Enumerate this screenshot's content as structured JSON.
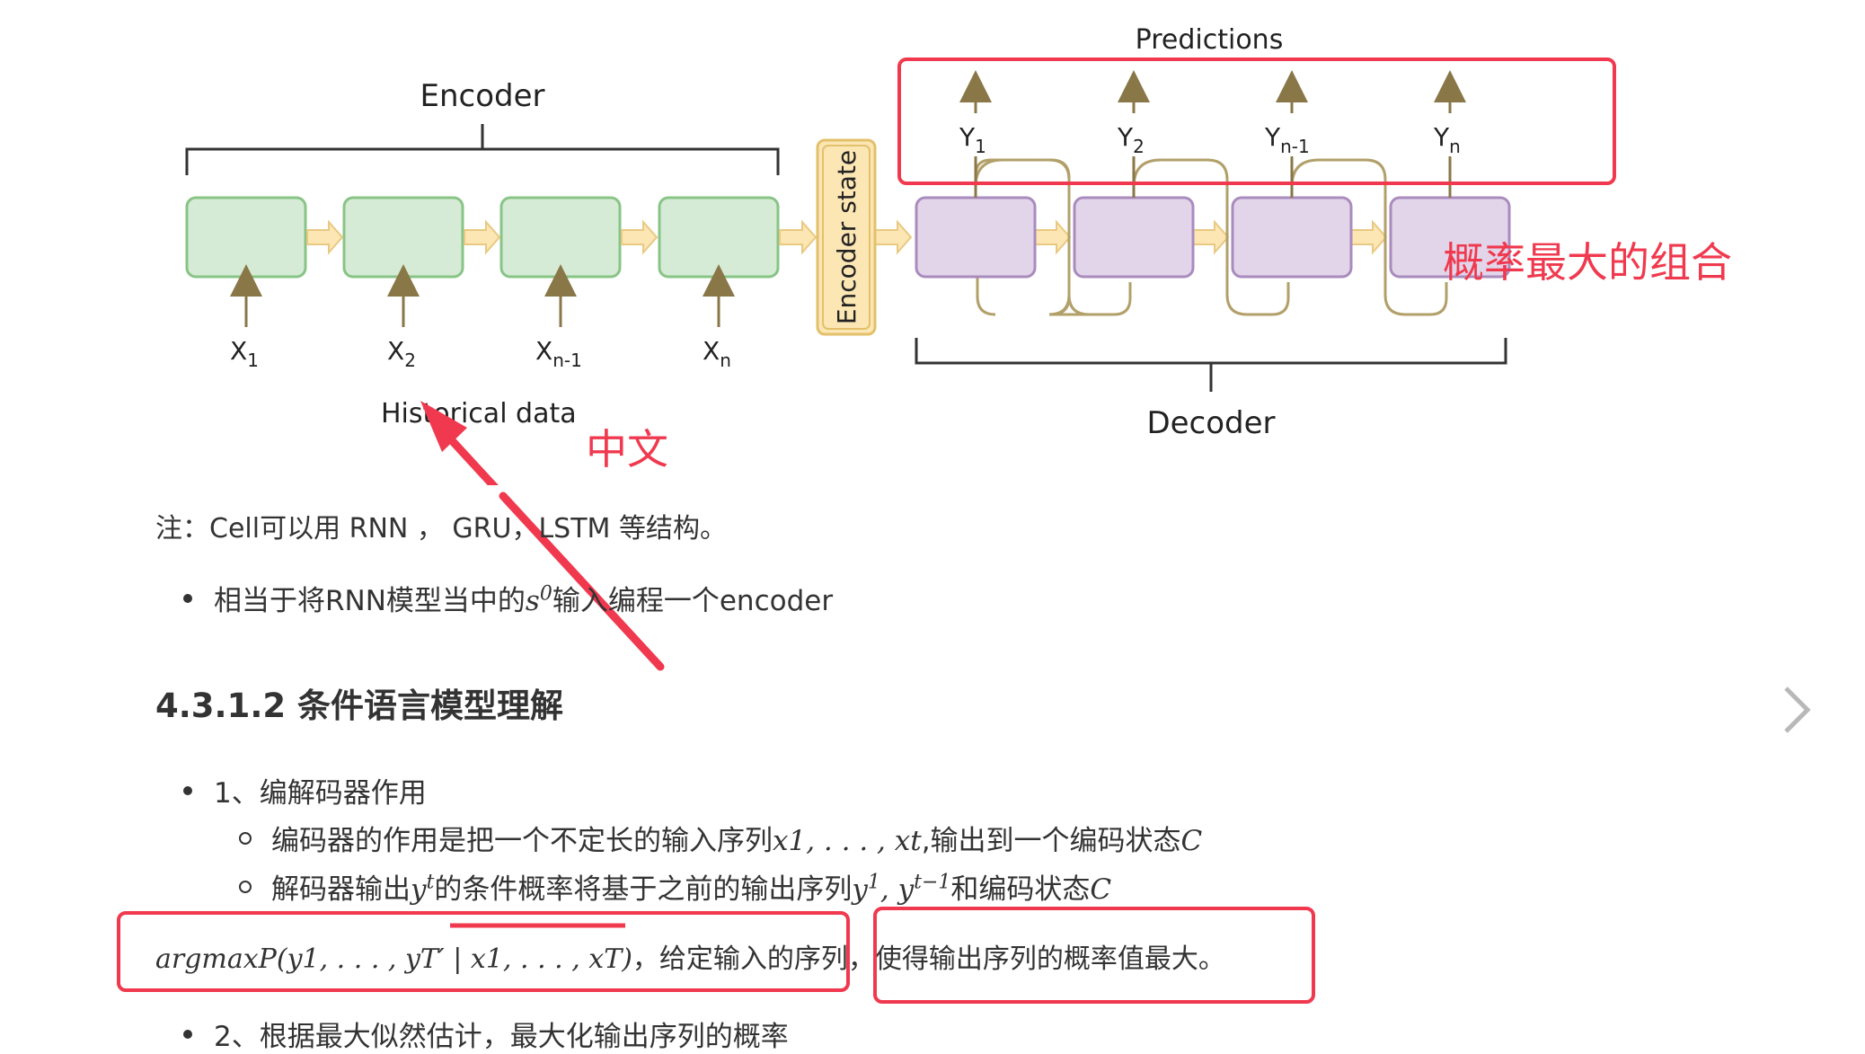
{
  "diagram": {
    "encoder_label": "Encoder",
    "decoder_label": "Decoder",
    "predictions_label": "Predictions",
    "encoder_state_label": "Encoder state",
    "historical_label": "Historical data",
    "inputs": [
      {
        "base": "X",
        "sub": "1"
      },
      {
        "base": "X",
        "sub": "2"
      },
      {
        "base": "X",
        "sub": "n-1"
      },
      {
        "base": "X",
        "sub": "n"
      }
    ],
    "outputs": [
      {
        "base": "Y",
        "sub": "1"
      },
      {
        "base": "Y",
        "sub": "2"
      },
      {
        "base": "Y",
        "sub": "n-1"
      },
      {
        "base": "Y",
        "sub": "n"
      }
    ],
    "annotation_max_prob": "概率最大的组合",
    "annotation_chinese": "中文",
    "colors": {
      "encoder_fill": "#d5ebd5",
      "encoder_stroke": "#88c486",
      "decoder_fill": "#e2d5ea",
      "decoder_stroke": "#a98bbd",
      "arrow_fill": "#fbe6b4",
      "arrow_stroke": "#e9c982",
      "annotation_red": "#f0394e",
      "stem": "#8a7748"
    }
  },
  "note": "注：Cell可以用 RNN ， GRU，LSTM 等结构。",
  "bullet1": {
    "before": "相当于将RNN模型当中的",
    "math_base": "s",
    "math_sup": "0",
    "after": "输入编程一个encoder"
  },
  "heading": "4.3.1.2 条件语言模型理解",
  "list": {
    "item1": "1、编解码器作用",
    "sub1": {
      "before": "编码器的作用是把一个不定长的输入序列",
      "math": "x1, . . . , xt",
      "after": ",输出到一个编码状态",
      "math2": "C"
    },
    "sub2": {
      "before": "解码器输出",
      "math_y": "y",
      "math_t": "t",
      "mid": "的条件概率将基于之前的输出序列",
      "math_y1": "y",
      "math_1": "1",
      "math_sep": ", y",
      "math_tm1": "t−1",
      "after": "和编码状态",
      "math_c": "C"
    }
  },
  "formula": {
    "math": "argmaxP(y1, . . . , yT′ | x1, . . . , xT)",
    "text1": "，给定输入的序列，",
    "text2": "使得输出序列的概率值最大。"
  },
  "item2": "2、根据最大似然估计，最大化输出序列的概率",
  "nav": {
    "next_icon": "chevron-right-icon"
  }
}
